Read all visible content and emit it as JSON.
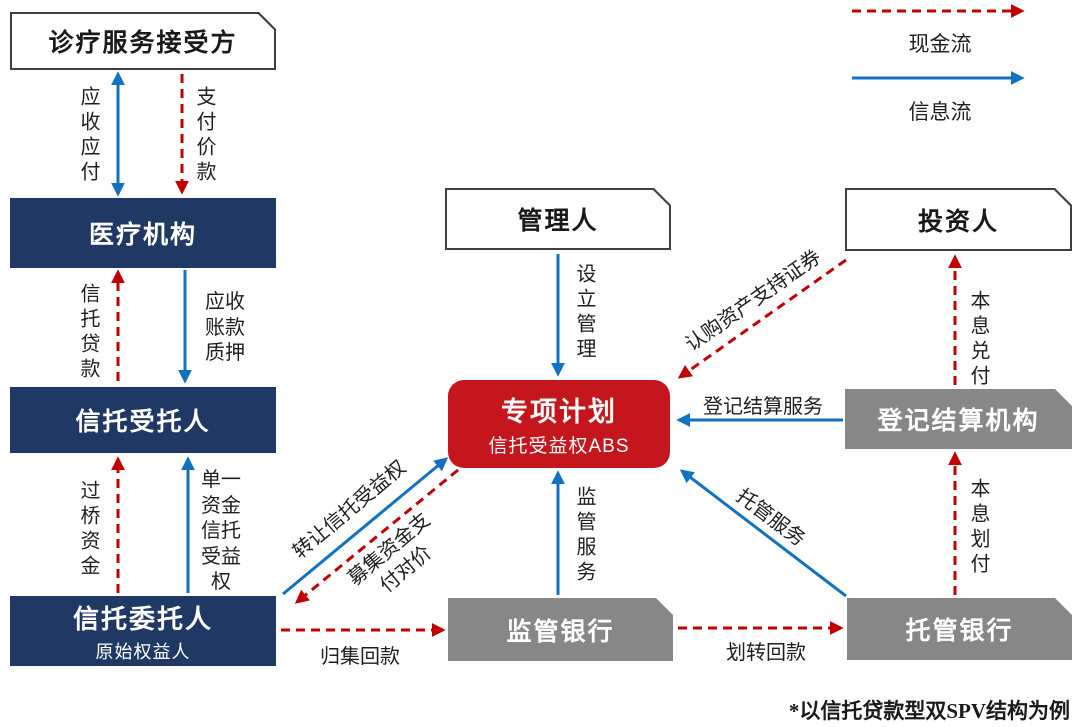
{
  "legend": {
    "cash_flow": "现金流",
    "info_flow": "信息流"
  },
  "footnote": "*以信托贷款型双SPV结构为例",
  "colors": {
    "navy_box": "#1F3864",
    "red_box": "#C4161C",
    "gray_box": "#878787",
    "cash_flow_arrow": "#C00000",
    "info_flow_arrow": "#1272BF"
  },
  "nodes": {
    "service_receiver": {
      "label": "诊疗服务接受方"
    },
    "medical_institution": {
      "label": "医疗机构"
    },
    "trust_trustee": {
      "label": "信托受托人"
    },
    "trust_settlor": {
      "label": "信托委托人",
      "sublabel": "原始权益人"
    },
    "manager": {
      "label": "管理人"
    },
    "special_plan": {
      "label": "专项计划",
      "sublabel": "信托受益权ABS"
    },
    "supervision_bank": {
      "label": "监管银行"
    },
    "investors": {
      "label": "投资人"
    },
    "registration_org": {
      "label": "登记结算机构"
    },
    "custodian_bank": {
      "label": "托管银行"
    }
  },
  "edges": {
    "receivable_payable": "应收应付",
    "pay_price": "支付价款",
    "trust_loan": "信托贷款",
    "receivable_pledge": "应收账款质押",
    "bridge_funds": "过桥资金",
    "single_trust_benefit": "单一资金信托受益权",
    "setup_manage": "设立管理",
    "transfer_benefit": "转让信托受益权",
    "raise_pay": "募集资金支付对价",
    "subscribe_abs": "认购资产支持证券",
    "registration_service": "登记结算服务",
    "principal_interest_redeem": "本息兑付",
    "supervision_service": "监管服务",
    "custody_service": "托管服务",
    "principal_interest_transfer": "本息划付",
    "collect_repayment": "归集回款",
    "transfer_repayment": "划转回款"
  }
}
